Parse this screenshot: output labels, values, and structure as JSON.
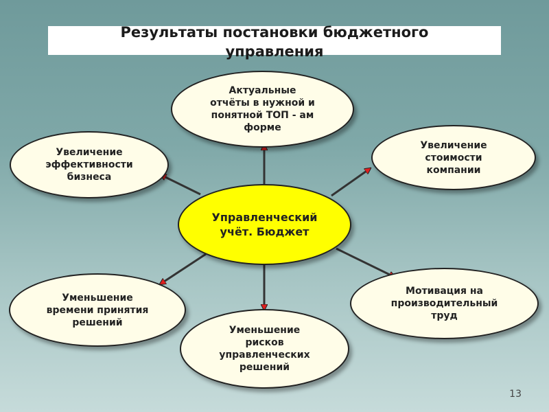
{
  "title": "Результаты постановки бюджетного\nуправления",
  "center": "Управленческий\nучёт. Бюджет",
  "nodes": {
    "reports": "Актуальные\nотчёты в нужной и\nпонятной ТОП - ам\nформе",
    "efficiency": "Увеличение\nэффективности\nбизнеса",
    "value": "Увеличение\nстоимости\nкомпании",
    "decision_time": "Уменьшение\nвремени принятия\nрешений",
    "risks": "Уменьшение\nрисков\nуправленческих\nрешений",
    "motivation": "Мотивация на\nпроизводительный\nтруд"
  },
  "page_number": "13",
  "colors": {
    "center_fill": "#ffff00",
    "node_fill": "#fffde8",
    "arrowhead": "#e02020"
  }
}
